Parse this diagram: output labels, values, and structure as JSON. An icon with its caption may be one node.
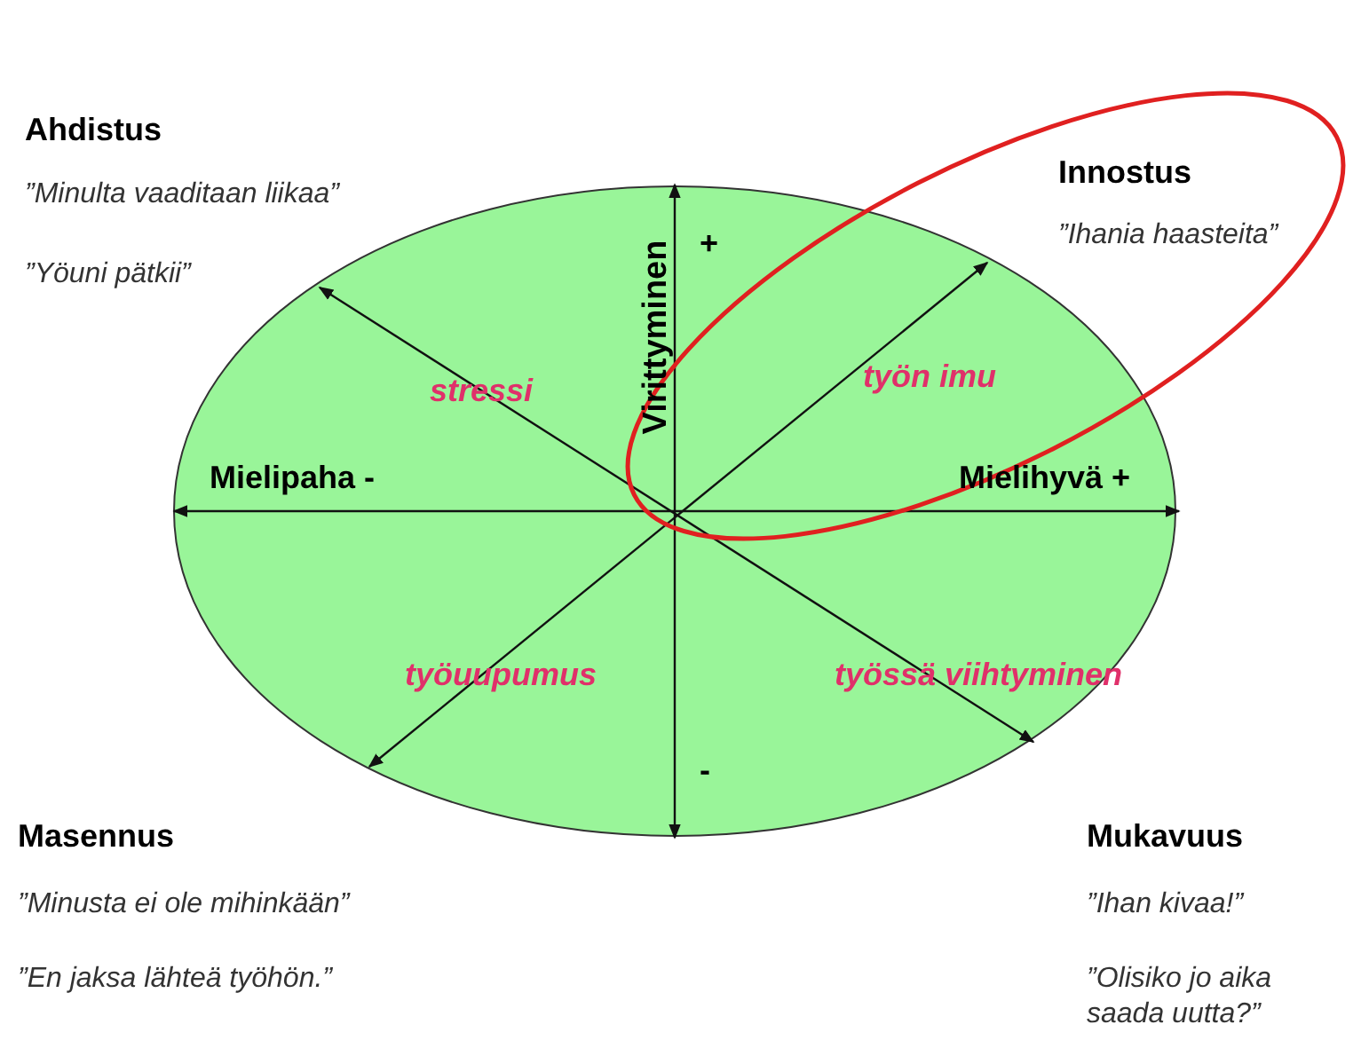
{
  "diagram": {
    "labels": [
      "Ahdistus",
      "”Minulta vaaditaan liikaa”",
      "Innostus",
      "”Yöuni pätkii”",
      "”Ihania haasteita”",
      "+",
      "Virittyminen",
      "stressi",
      "työn imu",
      "Mielipaha -",
      "Mielihyvä +",
      "työuupumus",
      "työssä viihtyminen",
      "-",
      "Masennus",
      "Mukavuus",
      "”Minusta ei ole mihinkään”",
      "”Ihan kivaa!”",
      "”En jaksa lähteä työhön.”",
      "”Olisiko jo aika saada uutta?”"
    ]
  }
}
